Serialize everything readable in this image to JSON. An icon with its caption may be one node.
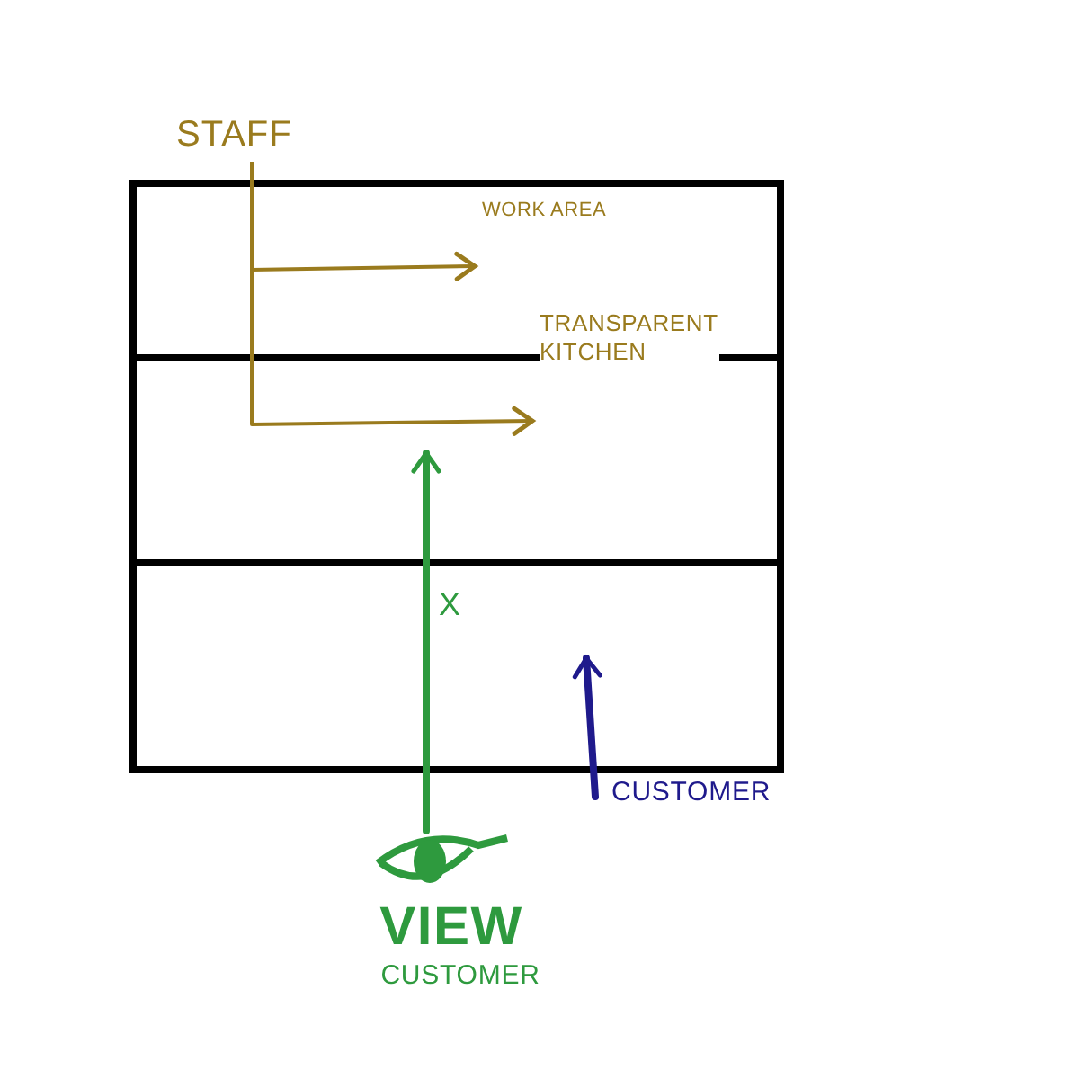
{
  "diagram": {
    "nodes": [
      {
        "text": [],
        "shape": "box"
      },
      {
        "text": [
          "STAFF"
        ]
      },
      {
        "text": [
          "WORK AREA"
        ],
        "in": 0
      },
      {
        "text": [
          "TRANSPARENT KITCHEN"
        ],
        "in": 0
      },
      {
        "text": [
          "VIEW",
          "CUSTOMER"
        ]
      },
      {
        "text": [
          "CUSTOMER"
        ]
      }
    ],
    "edges": [
      {
        "from": 1,
        "to": 2,
        "arrow": "to",
        "color": "#9a7b1e"
      },
      {
        "from": 1,
        "to": 3,
        "arrow": "to",
        "color": "#9a7b1e"
      },
      {
        "from": 4,
        "to": null,
        "arrow": "to",
        "label": "X",
        "color": "#2e9a3e",
        "style": "thick"
      },
      {
        "from": 5,
        "to": null,
        "arrow": "to",
        "color": "#1f1a8c",
        "style": "thick"
      }
    ]
  }
}
